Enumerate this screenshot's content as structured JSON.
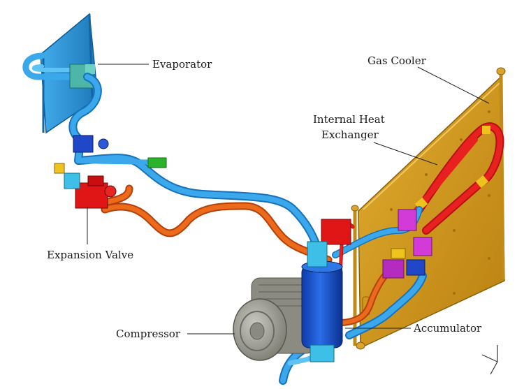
{
  "labels": {
    "evaporator": "Evaporator",
    "gas_cooler": "Gas Cooler",
    "ihx_line1": "Internal Heat",
    "ihx_line2": "Exchanger",
    "expansion_valve": "Expansion Valve",
    "compressor": "Compressor",
    "accumulator": "Accumulator"
  },
  "colors": {
    "suction_line": "#1e8fd8",
    "suction_line_light": "#5ec3f2",
    "discharge_line": "#e0560f",
    "high_pressure_line": "#e01616",
    "gas_cooler_body": "#d49a1c",
    "evaporator_body": "#2b96d6",
    "compressor_body": "#9a9a92",
    "accumulator_body": "#1550c8",
    "connector_magenta": "#d23bd8",
    "connector_yellow": "#f0c21e",
    "connector_green": "#2bb32b"
  }
}
